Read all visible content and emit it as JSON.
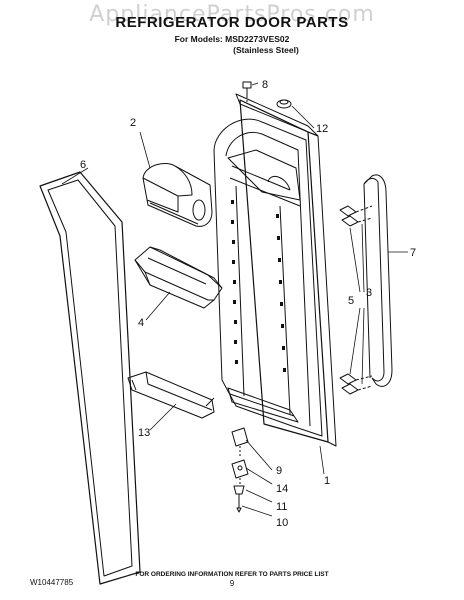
{
  "watermark": "AppliancePartsPros.com",
  "header": {
    "title": "REFRIGERATOR DOOR PARTS",
    "models_line": "For Models: MSD2273VES02",
    "finish_line": "(Stainless Steel)"
  },
  "callouts": {
    "c1": "1",
    "c2": "2",
    "c3": "3",
    "c4": "4",
    "c5": "5",
    "c6": "6",
    "c7": "7",
    "c8": "8",
    "c9": "9",
    "c10": "10",
    "c11": "11",
    "c12": "12",
    "c13": "13",
    "c14": "14"
  },
  "footer": {
    "doc_number": "W10447785",
    "ordering_note": "FOR ORDERING INFORMATION REFER TO PARTS PRICE LIST",
    "page_number": "9"
  }
}
